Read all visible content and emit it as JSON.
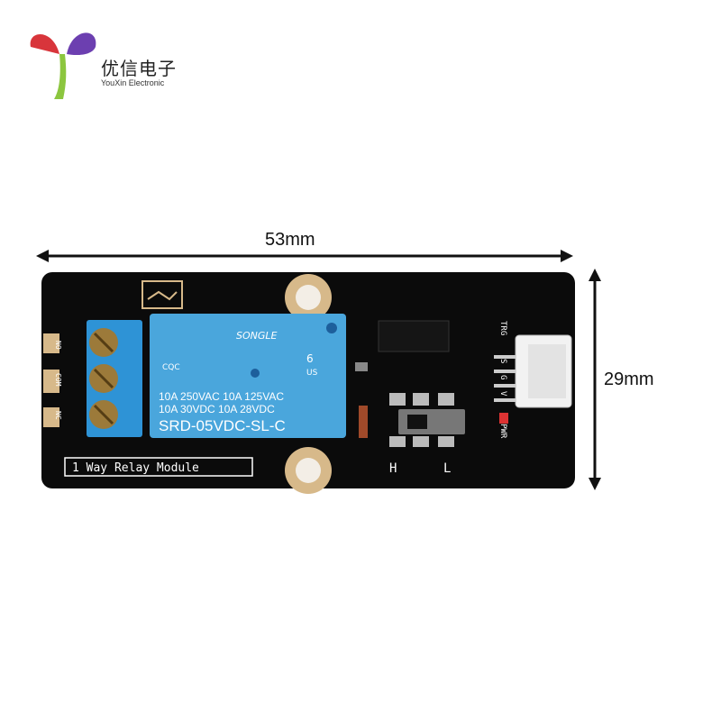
{
  "brand": {
    "name_cn": "优信电子",
    "name_en": "YouXin Electronic"
  },
  "dimensions": {
    "width_label": "53mm",
    "height_label": "29mm"
  },
  "board": {
    "title": "1 Way Relay Module",
    "terminal_labels": [
      "NO",
      "COM",
      "NC"
    ],
    "header_labels": [
      "TRG",
      "S",
      "G",
      "V",
      "PWR"
    ],
    "switch_labels": [
      "H",
      "L"
    ]
  },
  "relay": {
    "brand": "SONGLE",
    "rating_line1": "10A 250VAC  10A 125VAC",
    "rating_line2": "10A  30VDC  10A  28VDC",
    "model": "SRD-05VDC-SL-C",
    "marks": [
      "CQC",
      "6",
      "US"
    ]
  },
  "colors": {
    "pcb": "#0b0b0b",
    "relay_body": "#4aa6dc",
    "terminal": "#2e93d6",
    "ring": "#d7b98a"
  }
}
